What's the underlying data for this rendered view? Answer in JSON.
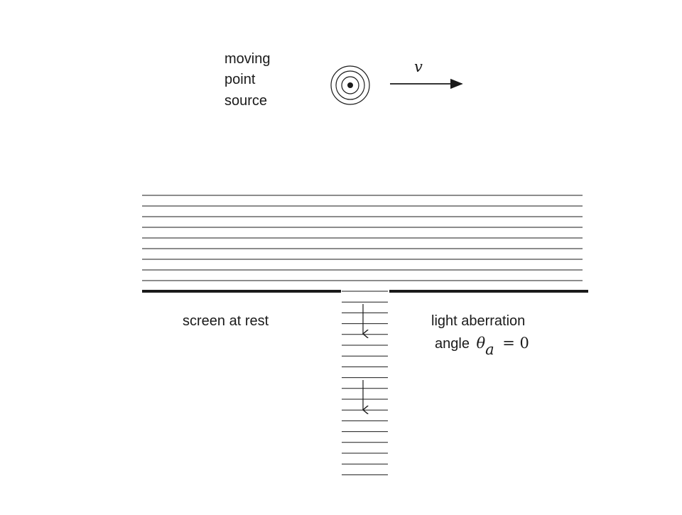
{
  "source_label": [
    "moving",
    "point",
    "source"
  ],
  "velocity_symbol": "v",
  "screen_label": "screen at rest",
  "aberration": {
    "line1": "light aberration",
    "line2_prefix": "angle",
    "theta": "θ",
    "subscript": "a",
    "equals": "= 0"
  },
  "colors": {
    "ink": "#1a1a1a",
    "background": "#ffffff"
  }
}
